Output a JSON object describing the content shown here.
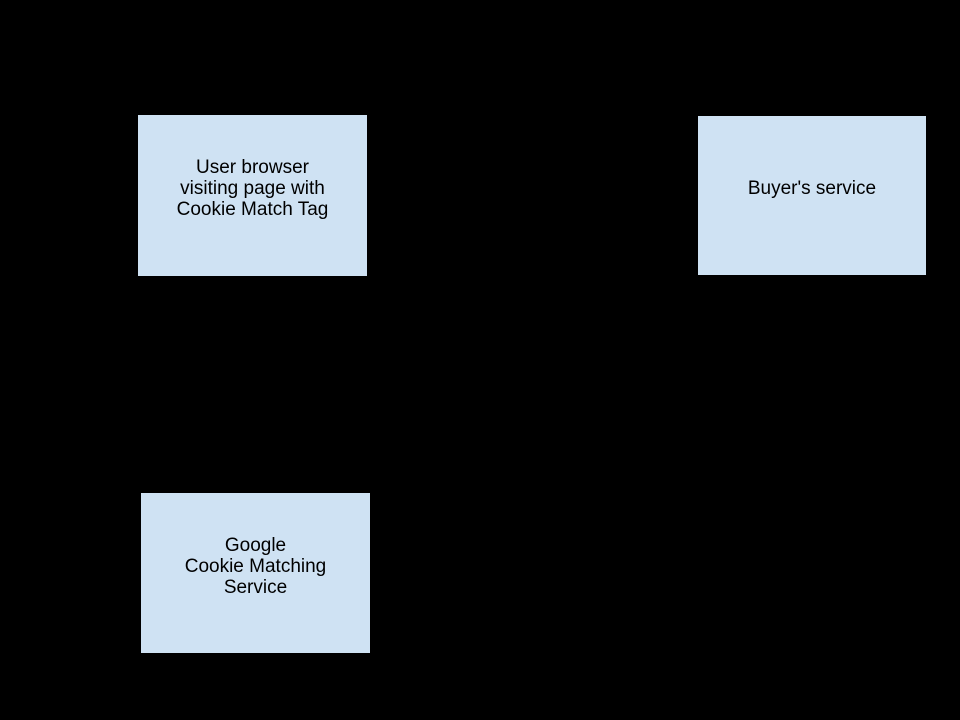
{
  "canvas": {
    "background_color": "#000000"
  },
  "diagram": {
    "node_fill_color": "#cfe2f3",
    "node_border_color": "#000000",
    "node_text_color": "#000000",
    "nodes": [
      {
        "id": "user-browser",
        "label": "User browser\nvisiting page with\nCookie Match Tag"
      },
      {
        "id": "buyers-service",
        "label": "Buyer's service"
      },
      {
        "id": "google-cookie-matching-service",
        "label": "Google\nCookie Matching\nService"
      }
    ]
  }
}
